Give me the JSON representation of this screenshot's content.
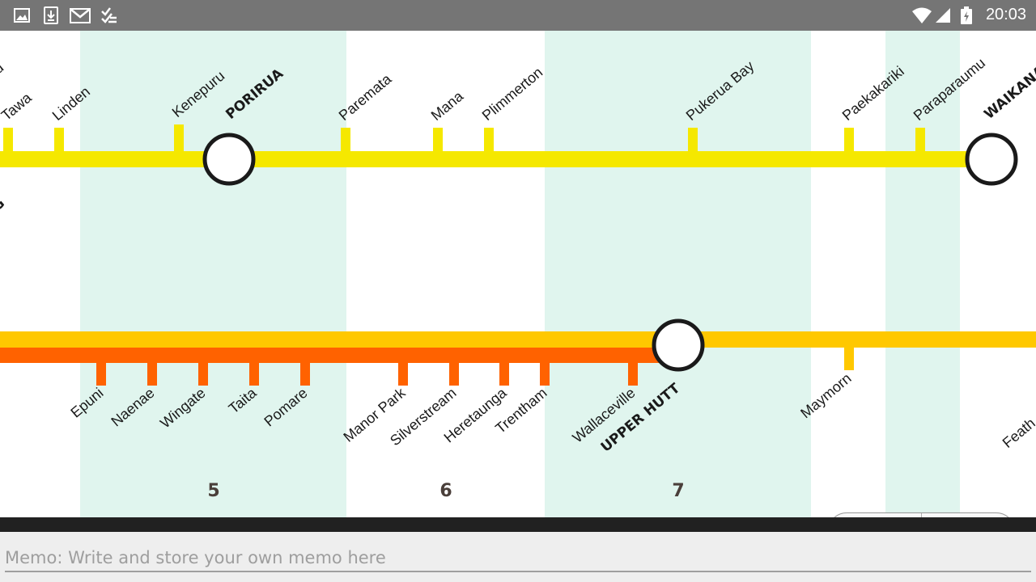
{
  "status_bar": {
    "time": "20:03",
    "icons": [
      "image-notification-icon",
      "download-notification-icon",
      "gmail-notification-icon",
      "task-done-notification-icon",
      "wifi-icon",
      "cell-signal-icon",
      "battery-charging-icon"
    ]
  },
  "map": {
    "line_colors": {
      "kapiti": "#f5e800",
      "wairarapa": "#ffc800",
      "hutt": "#ff6200"
    },
    "kapiti_stations": {
      "partial_left": "d",
      "tawa": "Tawa",
      "linden": "Linden",
      "kenepuru": "Kenepuru",
      "porirua": "PORIRUA",
      "paremata": "Paremata",
      "mana": "Mana",
      "plimmerton": "Plimmerton",
      "pukerua_bay": "Pukerua Bay",
      "paekakariki": "Paekakariki",
      "paraparaumu": "Paraparaumu",
      "waikanae": "WAIKANAE"
    },
    "partial_hub_label": "G",
    "hutt_stations": {
      "epuni": "Epuni",
      "naenae": "Naenae",
      "wingate": "Wingate",
      "taita": "Taita",
      "pomare": "Pomare",
      "manor_park": "Manor Park",
      "silverstream": "Silverstream",
      "heretaunga": "Heretaunga",
      "trentham": "Trentham",
      "wallaceville": "Wallaceville",
      "upper_hutt": "UPPER HUTT"
    },
    "wairarapa_stations": {
      "maymorn": "Maymorn",
      "featherston": "Feath"
    },
    "zones": [
      "5",
      "6",
      "7"
    ]
  },
  "memo": {
    "placeholder": "Memo: Write and store your own memo here"
  }
}
